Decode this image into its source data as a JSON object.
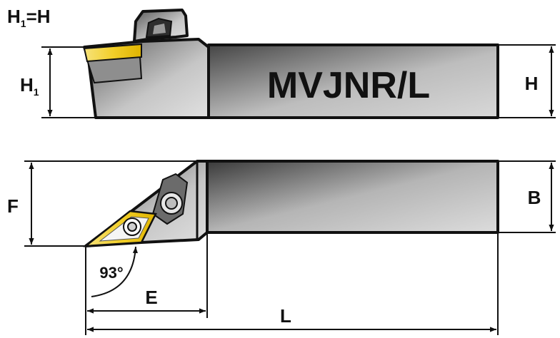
{
  "title_text": "MVJNR/L",
  "relation": {
    "main": "H",
    "sub": "1",
    "rest": "=H"
  },
  "labels": {
    "h1": {
      "main": "H",
      "sub": "1"
    },
    "h": "H",
    "f": "F",
    "b": "B",
    "e": "E",
    "l": "L",
    "angle": "93°"
  },
  "colors": {
    "insert_gold": "#f2cf2a",
    "body_dark": "#3d3d3d",
    "body_light": "#cfcfcf",
    "outline": "#111111"
  }
}
